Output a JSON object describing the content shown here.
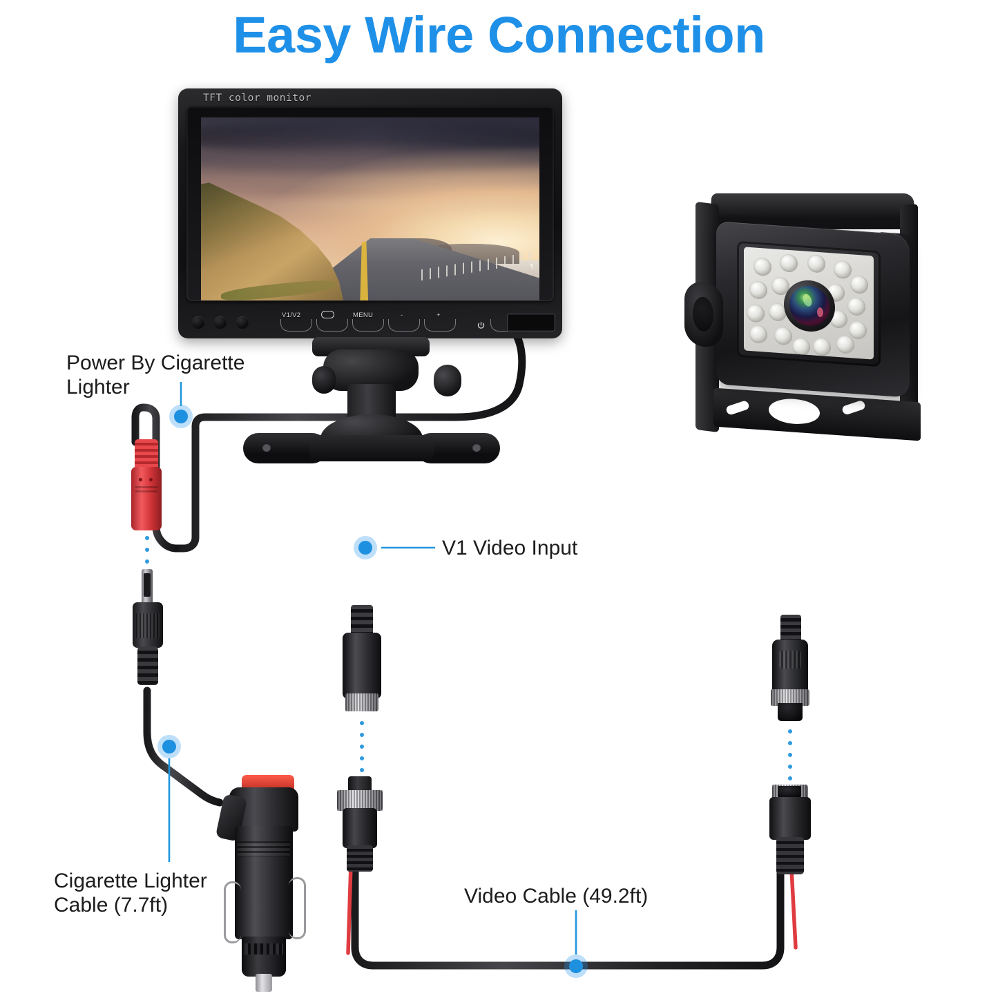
{
  "title": "Easy Wire Connection",
  "accent_color": "#1e90e8",
  "monitor": {
    "brand_text": "TFT color monitor",
    "screen_scene": "coastal mountain road at sunset",
    "buttons": [
      {
        "name": "v1v2-button",
        "label": "V1/V2"
      },
      {
        "name": "select-button",
        "label": ""
      },
      {
        "name": "menu-button",
        "label": "MENU"
      },
      {
        "name": "minus-button",
        "label": "-"
      },
      {
        "name": "plus-button",
        "label": "+"
      },
      {
        "name": "power-button",
        "label": ""
      }
    ],
    "power_icon": "power-icon",
    "oval_icon": "oval-icon"
  },
  "camera": {
    "name": "backup-camera",
    "led_count": 18,
    "lens": "wide-angle-lens"
  },
  "callouts": [
    {
      "name": "callout-power-by-cigarette-lighter",
      "text": "Power By Cigarette\nLighter"
    },
    {
      "name": "callout-v1-video-input",
      "text": "V1 Video Input"
    },
    {
      "name": "callout-cigarette-lighter-cable",
      "text": "Cigarette Lighter\nCable (7.7ft)"
    },
    {
      "name": "callout-video-cable",
      "text": "Video Cable (49.2ft)"
    }
  ],
  "connectors": {
    "dc_female_red": "red-dc-jack",
    "dc_male_black": "black-dc-plug",
    "aviation_monitor": "aviation-connector-monitor-side",
    "aviation_cable_left": "aviation-connector-cable-left",
    "aviation_camera": "aviation-connector-camera-side",
    "aviation_cable_right": "aviation-connector-cable-right",
    "cigarette_plug": "cigarette-lighter-plug"
  },
  "colors": {
    "wire_black": "#2e2e30",
    "wire_red": "#e03b40",
    "connector_red": "#e23a3e",
    "dot_blue": "#1e90e0"
  }
}
